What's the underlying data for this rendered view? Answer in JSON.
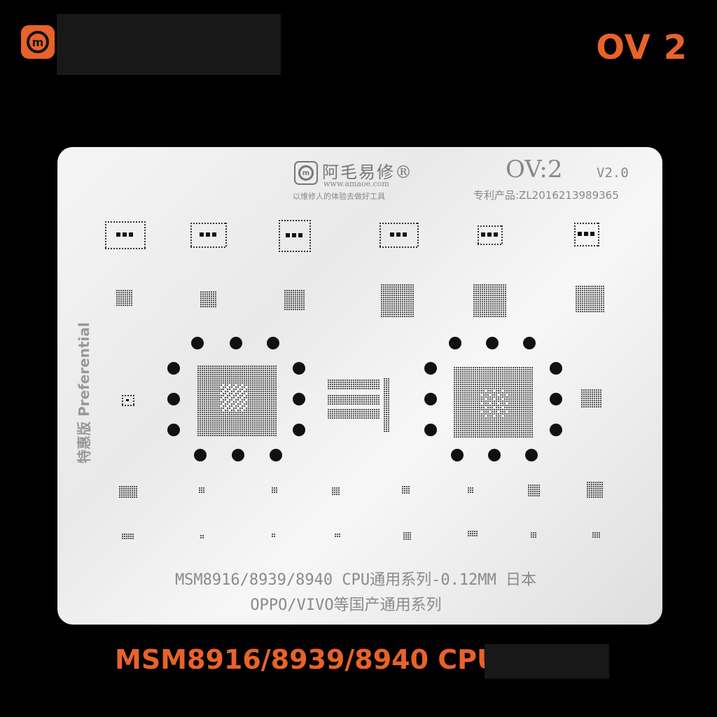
{
  "header": {
    "logo_letter": "m",
    "model_code": "OV 2"
  },
  "stencil": {
    "brand_name": "阿毛易修®",
    "brand_url": "www.amaoe.com",
    "brand_slogan": "以维修人的体验去做好工具",
    "model": "OV:2",
    "version": "V2.0",
    "patent": "专利产品:ZL2016213989365",
    "side_label": "特惠版 Preferential",
    "line1": "MSM8916/8939/8940 CPU通用系列-0.12MM 日本",
    "line2": "OPPO/VIVO等国产通用系列"
  },
  "footer": {
    "product_title": "MSM8916/8939/8940 CPU"
  },
  "colors": {
    "accent": "#e8622a",
    "background": "#000000",
    "stencil_metal": "#eeeeee",
    "ink": "#888888"
  }
}
